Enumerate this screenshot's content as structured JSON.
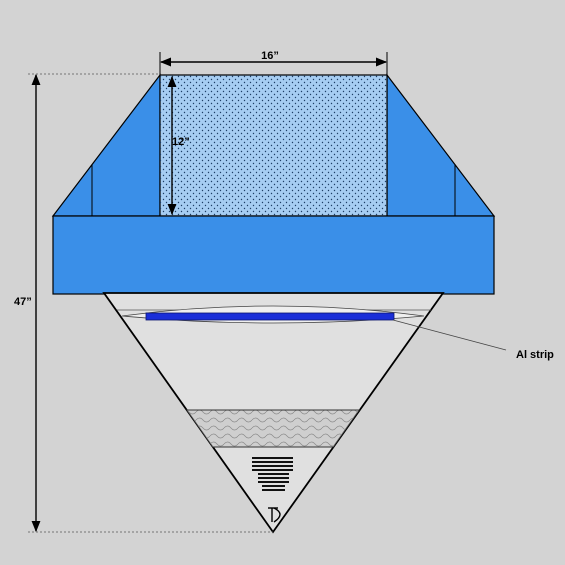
{
  "dimensions": {
    "width_top": "16”",
    "inner_height": "12”",
    "total_height": "47”"
  },
  "callouts": {
    "al_strip": "Al strip"
  },
  "colors": {
    "background": "#d3d3d3",
    "blue_fill": "#3a8fe8",
    "screen_fill": "#a6cdf2",
    "cone_fill": "#e0e0e0",
    "strip_fill": "#1a2ed8",
    "outline": "#000000"
  }
}
